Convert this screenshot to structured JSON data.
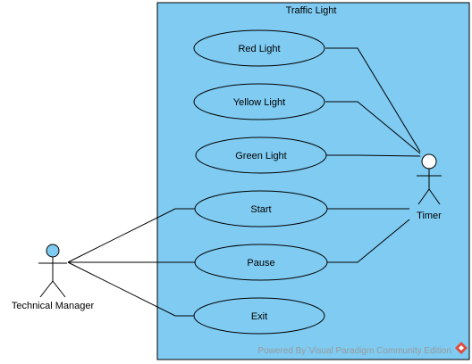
{
  "colors": {
    "system_fill": "#7fcbf2",
    "usecase_fill": "#7fcbf2",
    "actor_head_fill": "#7fcbf2",
    "line": "#000000",
    "watermark_text": "#9a9a9a",
    "logo": "#e04b3c"
  },
  "system": {
    "name": "Traffic Light"
  },
  "use_cases": {
    "red_light": "Red Light",
    "yellow_light": "Yellow Light",
    "green_light": "Green Light",
    "start": "Start",
    "pause": "Pause",
    "exit": "Exit"
  },
  "actors": {
    "timer": "Timer",
    "technical_manager": "Technical Manager"
  },
  "watermark": {
    "text": "Powered By`Visual Paradigm Community Edition",
    "logo_icon": "visual-paradigm-logo-icon"
  }
}
